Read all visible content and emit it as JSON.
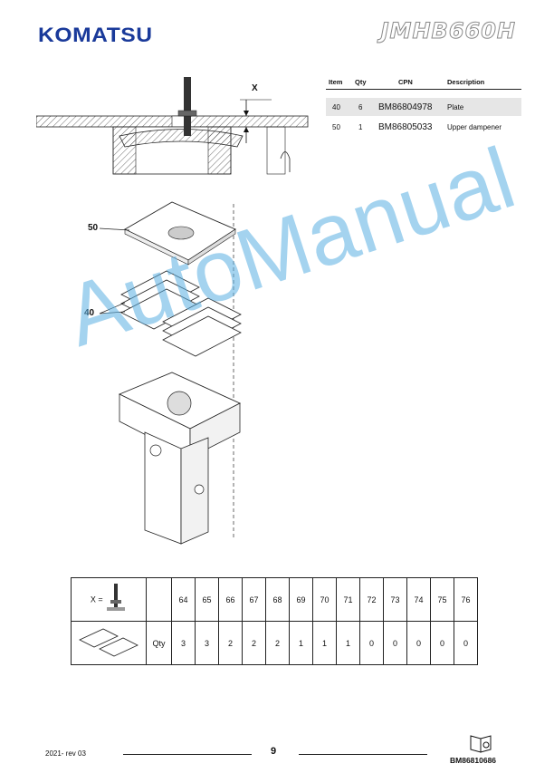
{
  "header": {
    "brand": "KOMATSU",
    "model": "JMHB660H"
  },
  "parts_table": {
    "columns": [
      "Item",
      "Qty",
      "CPN",
      "Description"
    ],
    "rows": [
      {
        "item": "40",
        "qty": "6",
        "cpn": "BM86804978",
        "description": "Plate"
      },
      {
        "item": "50",
        "qty": "1",
        "cpn": "BM86805033",
        "description": "Upper dampener"
      }
    ]
  },
  "diagram": {
    "dimension_label": "X",
    "callout_50": "50",
    "callout_40": "40"
  },
  "shim_table": {
    "x_label": "X =",
    "qty_label": "Qty",
    "x_values": [
      "64",
      "65",
      "66",
      "67",
      "68",
      "69",
      "70",
      "71",
      "72",
      "73",
      "74",
      "75",
      "76"
    ],
    "qty_values": [
      "3",
      "3",
      "2",
      "2",
      "2",
      "1",
      "1",
      "1",
      "0",
      "0",
      "0",
      "0",
      "0"
    ]
  },
  "watermark": "AutoManual",
  "footer": {
    "date_rev": "2021-  rev 03",
    "page": "9",
    "doc_number": "BM86810686"
  }
}
